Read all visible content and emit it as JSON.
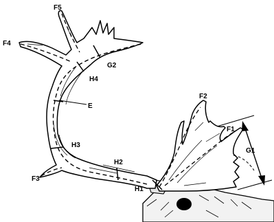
{
  "labels": {
    "f5": "F5",
    "f4": "F4",
    "g2": "G2",
    "h4": "H4",
    "e": "E",
    "h3": "H3",
    "h2": "H2",
    "f3": "F3",
    "h1": "H1",
    "f2": "F2",
    "f1": "F1",
    "g1": "G1"
  },
  "colors": {
    "ink": "#000000",
    "paper": "#ffffff"
  }
}
